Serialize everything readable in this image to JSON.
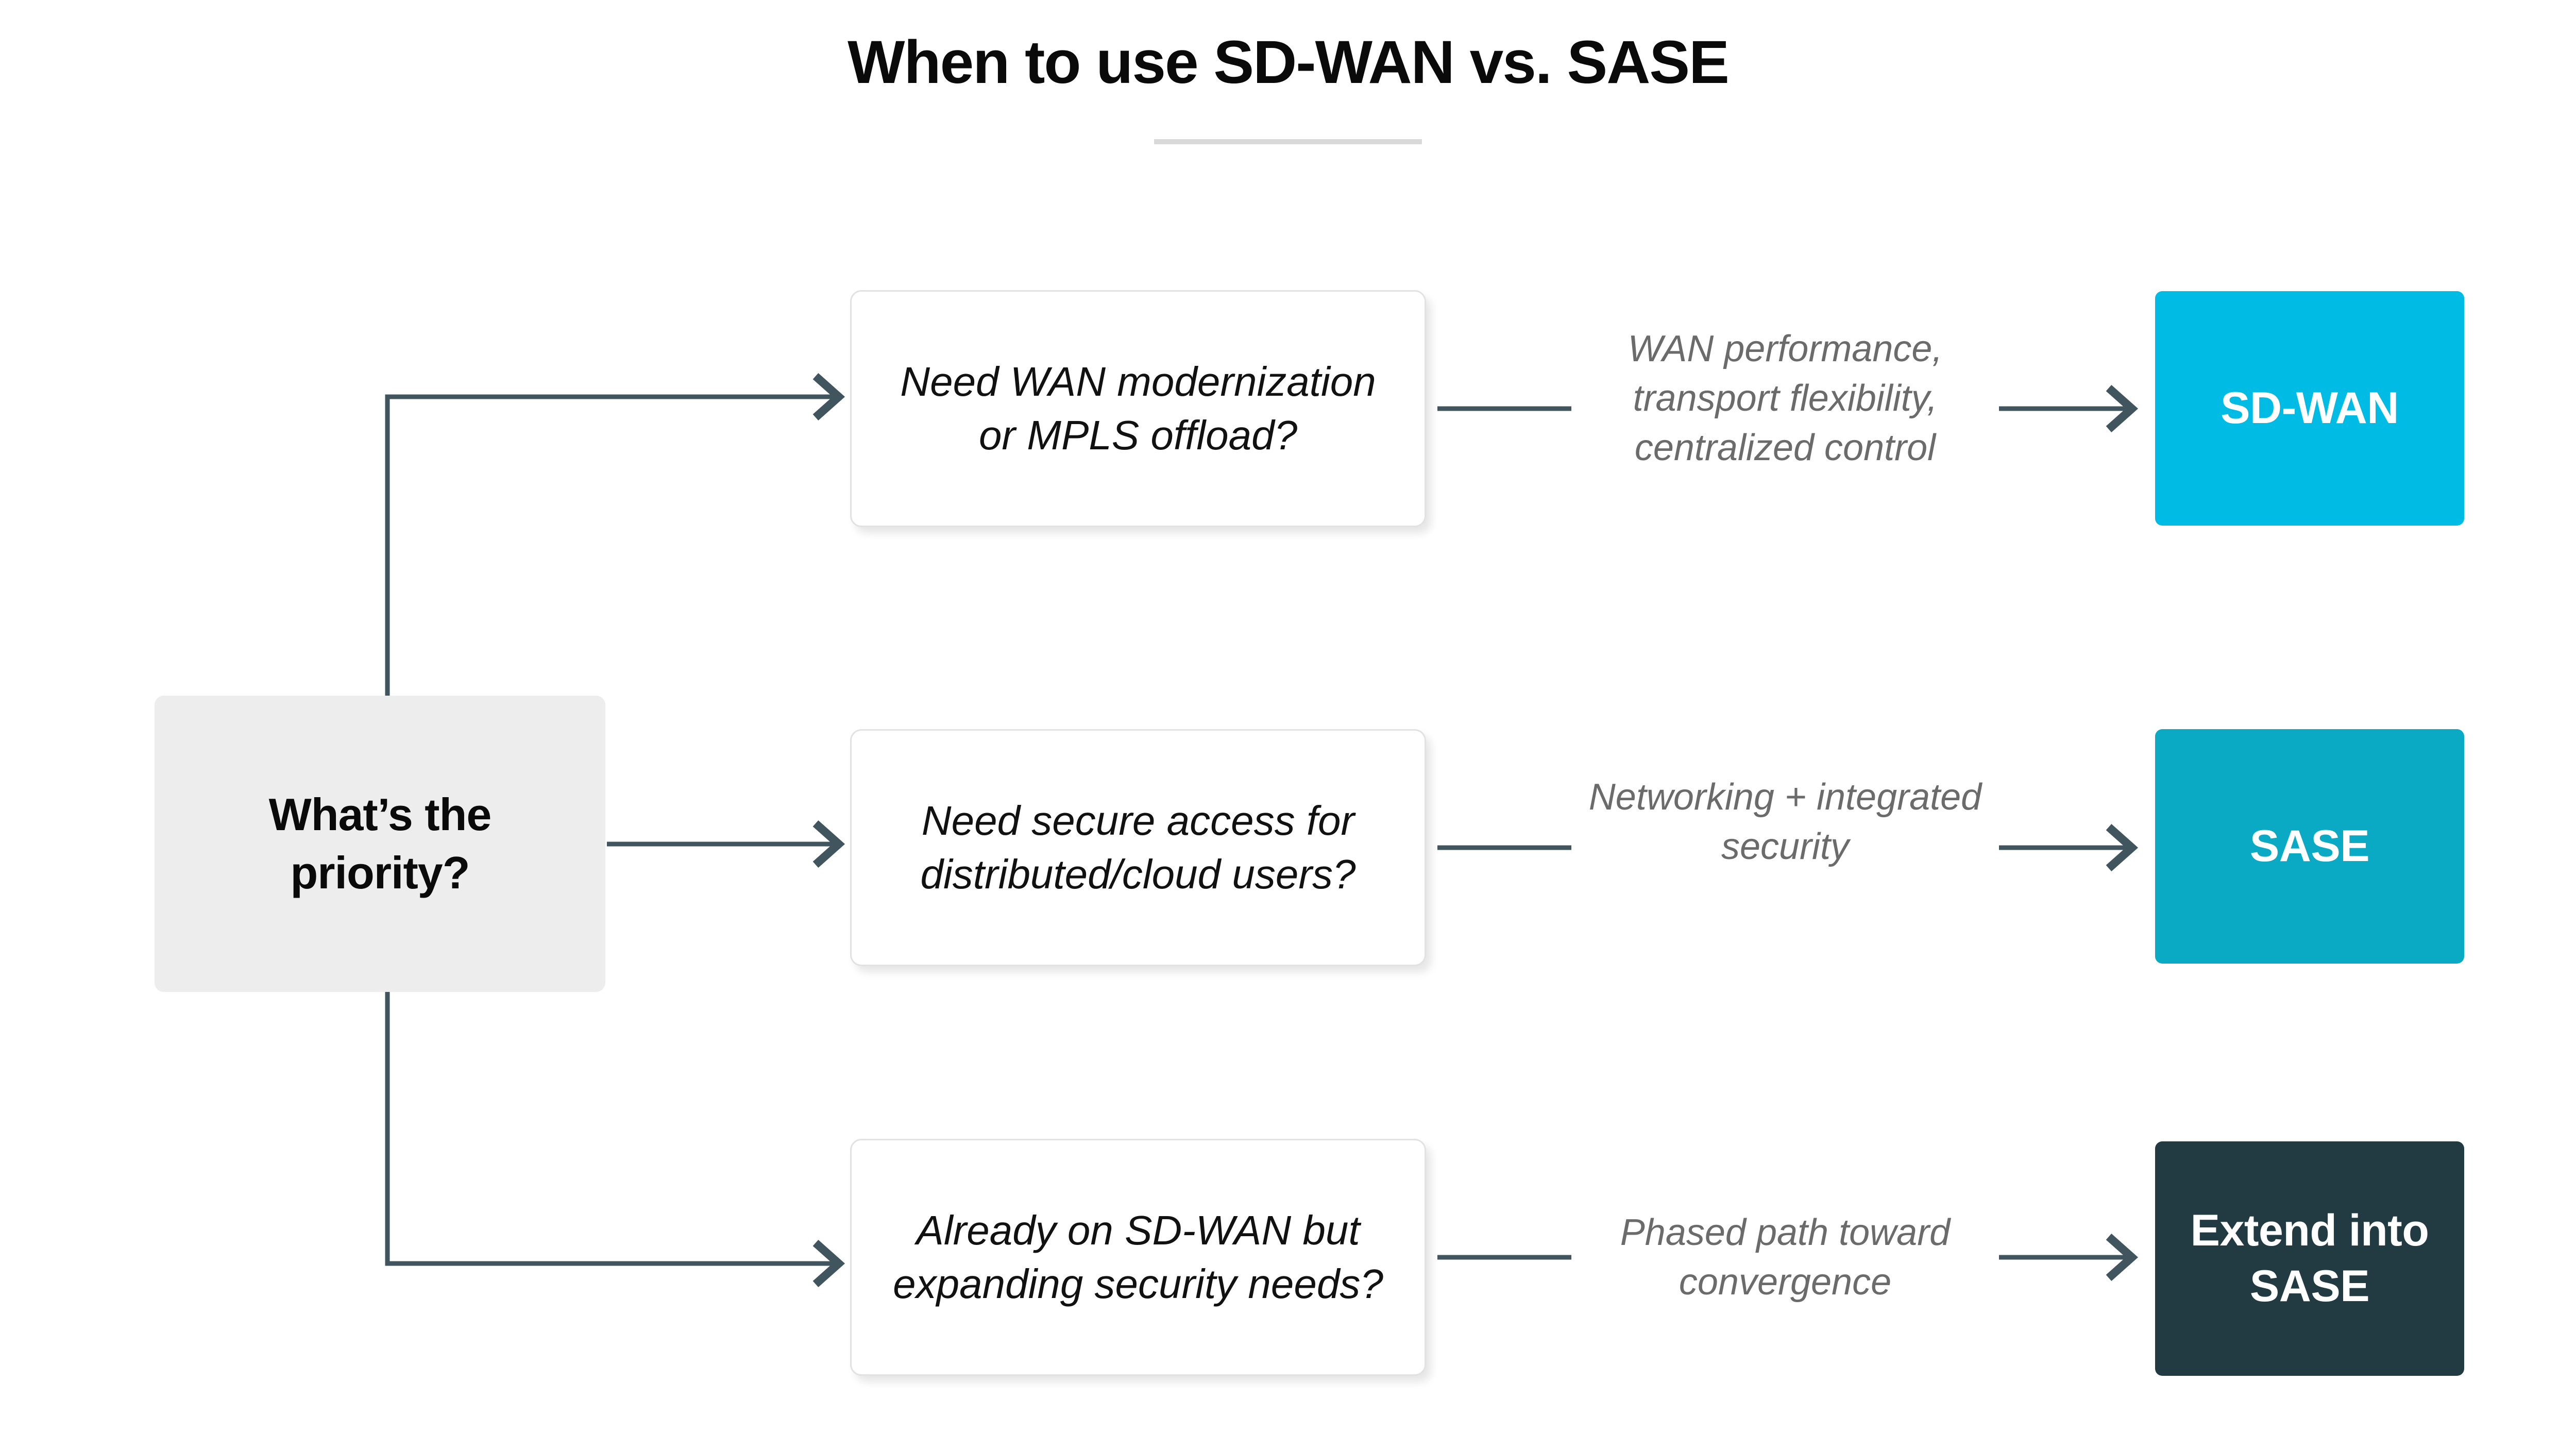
{
  "header": {
    "title": "When to use SD-WAN vs. SASE",
    "divider": "title-divider-bar"
  },
  "colors": {
    "background": "#ffffff",
    "title_text": "#0a0a0a",
    "divider": "#d9d9d9",
    "decision_box_bg": "#ededed",
    "question_box_bg": "#ffffff",
    "question_box_border": "#e2e2e2",
    "reason_label_text": "#6b6b6b",
    "connector": "#41555f",
    "sd_wan_box": "#00bce4",
    "sase_box": "#0aaac5",
    "extend_into_sase_box": "#223b42",
    "outcome_text": "#ffffff"
  },
  "flow": {
    "decision": {
      "label": "What’s the priority?"
    },
    "branches": [
      {
        "question": "Need WAN modernization or MPLS offload?",
        "reason": "WAN performance, transport flexibility, centralized control",
        "outcome": "SD-WAN"
      },
      {
        "question": "Need secure access for distributed/cloud users?",
        "reason": "Networking + integrated security",
        "outcome": "SASE"
      },
      {
        "question": "Already on SD-WAN but expanding security needs?",
        "reason": "Phased path toward convergence",
        "outcome": "Extend into SASE"
      }
    ]
  }
}
